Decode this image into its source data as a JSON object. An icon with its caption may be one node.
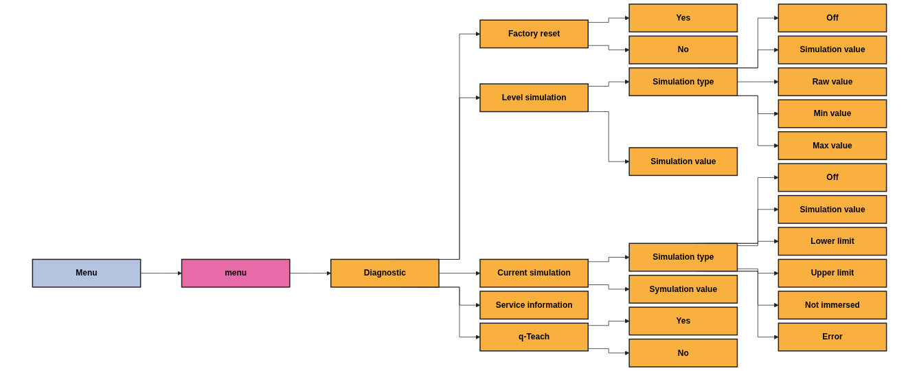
{
  "diagram": {
    "nodes": [
      {
        "text": [
          "Menu"
        ]
      },
      {
        "text": [
          "menu"
        ]
      },
      {
        "text": [
          "Diagnostic"
        ]
      },
      {
        "text": [
          "Factory reset"
        ]
      },
      {
        "text": [
          "Yes"
        ]
      },
      {
        "text": [
          "No"
        ]
      },
      {
        "text": [
          "Level simulation"
        ]
      },
      {
        "text": [
          "Simulation type"
        ]
      },
      {
        "text": [
          "Off"
        ]
      },
      {
        "text": [
          "Simulation value"
        ]
      },
      {
        "text": [
          "Raw value"
        ]
      },
      {
        "text": [
          "Min value"
        ]
      },
      {
        "text": [
          "Max value"
        ]
      },
      {
        "text": [
          "Simulation value"
        ]
      },
      {
        "text": [
          "Current simulation"
        ]
      },
      {
        "text": [
          "Simulation type"
        ]
      },
      {
        "text": [
          "Off"
        ]
      },
      {
        "text": [
          "Simulation value"
        ]
      },
      {
        "text": [
          "Lower limit"
        ]
      },
      {
        "text": [
          "Upper limit"
        ]
      },
      {
        "text": [
          "Not immersed"
        ]
      },
      {
        "text": [
          "Error"
        ]
      },
      {
        "text": [
          "Symulation value"
        ]
      },
      {
        "text": [
          "Service information"
        ]
      },
      {
        "text": [
          "q-Teach"
        ]
      },
      {
        "text": [
          "Yes"
        ]
      },
      {
        "text": [
          "No"
        ]
      }
    ],
    "edges": [
      {
        "from": 0,
        "to": 1,
        "arrow": "to"
      },
      {
        "from": 1,
        "to": 2,
        "arrow": "to"
      },
      {
        "from": 2,
        "to": 3,
        "arrow": "to"
      },
      {
        "from": 2,
        "to": 6,
        "arrow": "to"
      },
      {
        "from": 2,
        "to": 14,
        "arrow": "to"
      },
      {
        "from": 2,
        "to": 23,
        "arrow": "to"
      },
      {
        "from": 2,
        "to": 24,
        "arrow": "to"
      },
      {
        "from": 3,
        "to": 4,
        "arrow": "to"
      },
      {
        "from": 3,
        "to": 5,
        "arrow": "to"
      },
      {
        "from": 6,
        "to": 7,
        "arrow": "to"
      },
      {
        "from": 6,
        "to": 13,
        "arrow": "to"
      },
      {
        "from": 7,
        "to": 8,
        "arrow": "to"
      },
      {
        "from": 7,
        "to": 9,
        "arrow": "to"
      },
      {
        "from": 7,
        "to": 10,
        "arrow": "to"
      },
      {
        "from": 7,
        "to": 11,
        "arrow": "to"
      },
      {
        "from": 7,
        "to": 12,
        "arrow": "to"
      },
      {
        "from": 14,
        "to": 15,
        "arrow": "to"
      },
      {
        "from": 14,
        "to": 22,
        "arrow": "to"
      },
      {
        "from": 15,
        "to": 16,
        "arrow": "to"
      },
      {
        "from": 15,
        "to": 17,
        "arrow": "to"
      },
      {
        "from": 15,
        "to": 18,
        "arrow": "to"
      },
      {
        "from": 15,
        "to": 19,
        "arrow": "to"
      },
      {
        "from": 15,
        "to": 20,
        "arrow": "to"
      },
      {
        "from": 15,
        "to": 21,
        "arrow": "to"
      },
      {
        "from": 24,
        "to": 25,
        "arrow": "to"
      },
      {
        "from": 24,
        "to": 26,
        "arrow": "to"
      }
    ]
  }
}
